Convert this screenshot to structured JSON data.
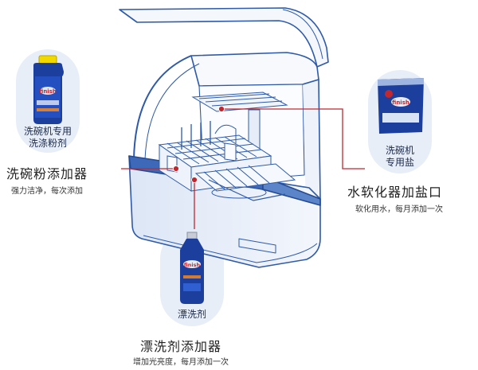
{
  "products": {
    "detergent": {
      "line1": "洗碗机专用",
      "line2": "洗涤粉剂",
      "brand": "finish"
    },
    "salt": {
      "line1": "洗碗机",
      "line2": "专用盐",
      "brand": "finish"
    },
    "rinse": {
      "line1": "漂洗剂",
      "brand": "finish"
    }
  },
  "callouts": {
    "detergent_dispenser": {
      "title": "洗碗粉添加器",
      "desc": "强力洁净，每次添加"
    },
    "salt_dispenser": {
      "title": "水软化器加盐口",
      "desc": "软化用水，每月添加一次"
    },
    "rinse_dispenser": {
      "title": "漂洗剂添加器",
      "desc": "增加光亮度，每月添加一次"
    }
  },
  "colors": {
    "outline": "#2e5aa8",
    "leader": "#c0282f",
    "pill": "#e8eef8",
    "product_blue": "#1c3f9e"
  }
}
